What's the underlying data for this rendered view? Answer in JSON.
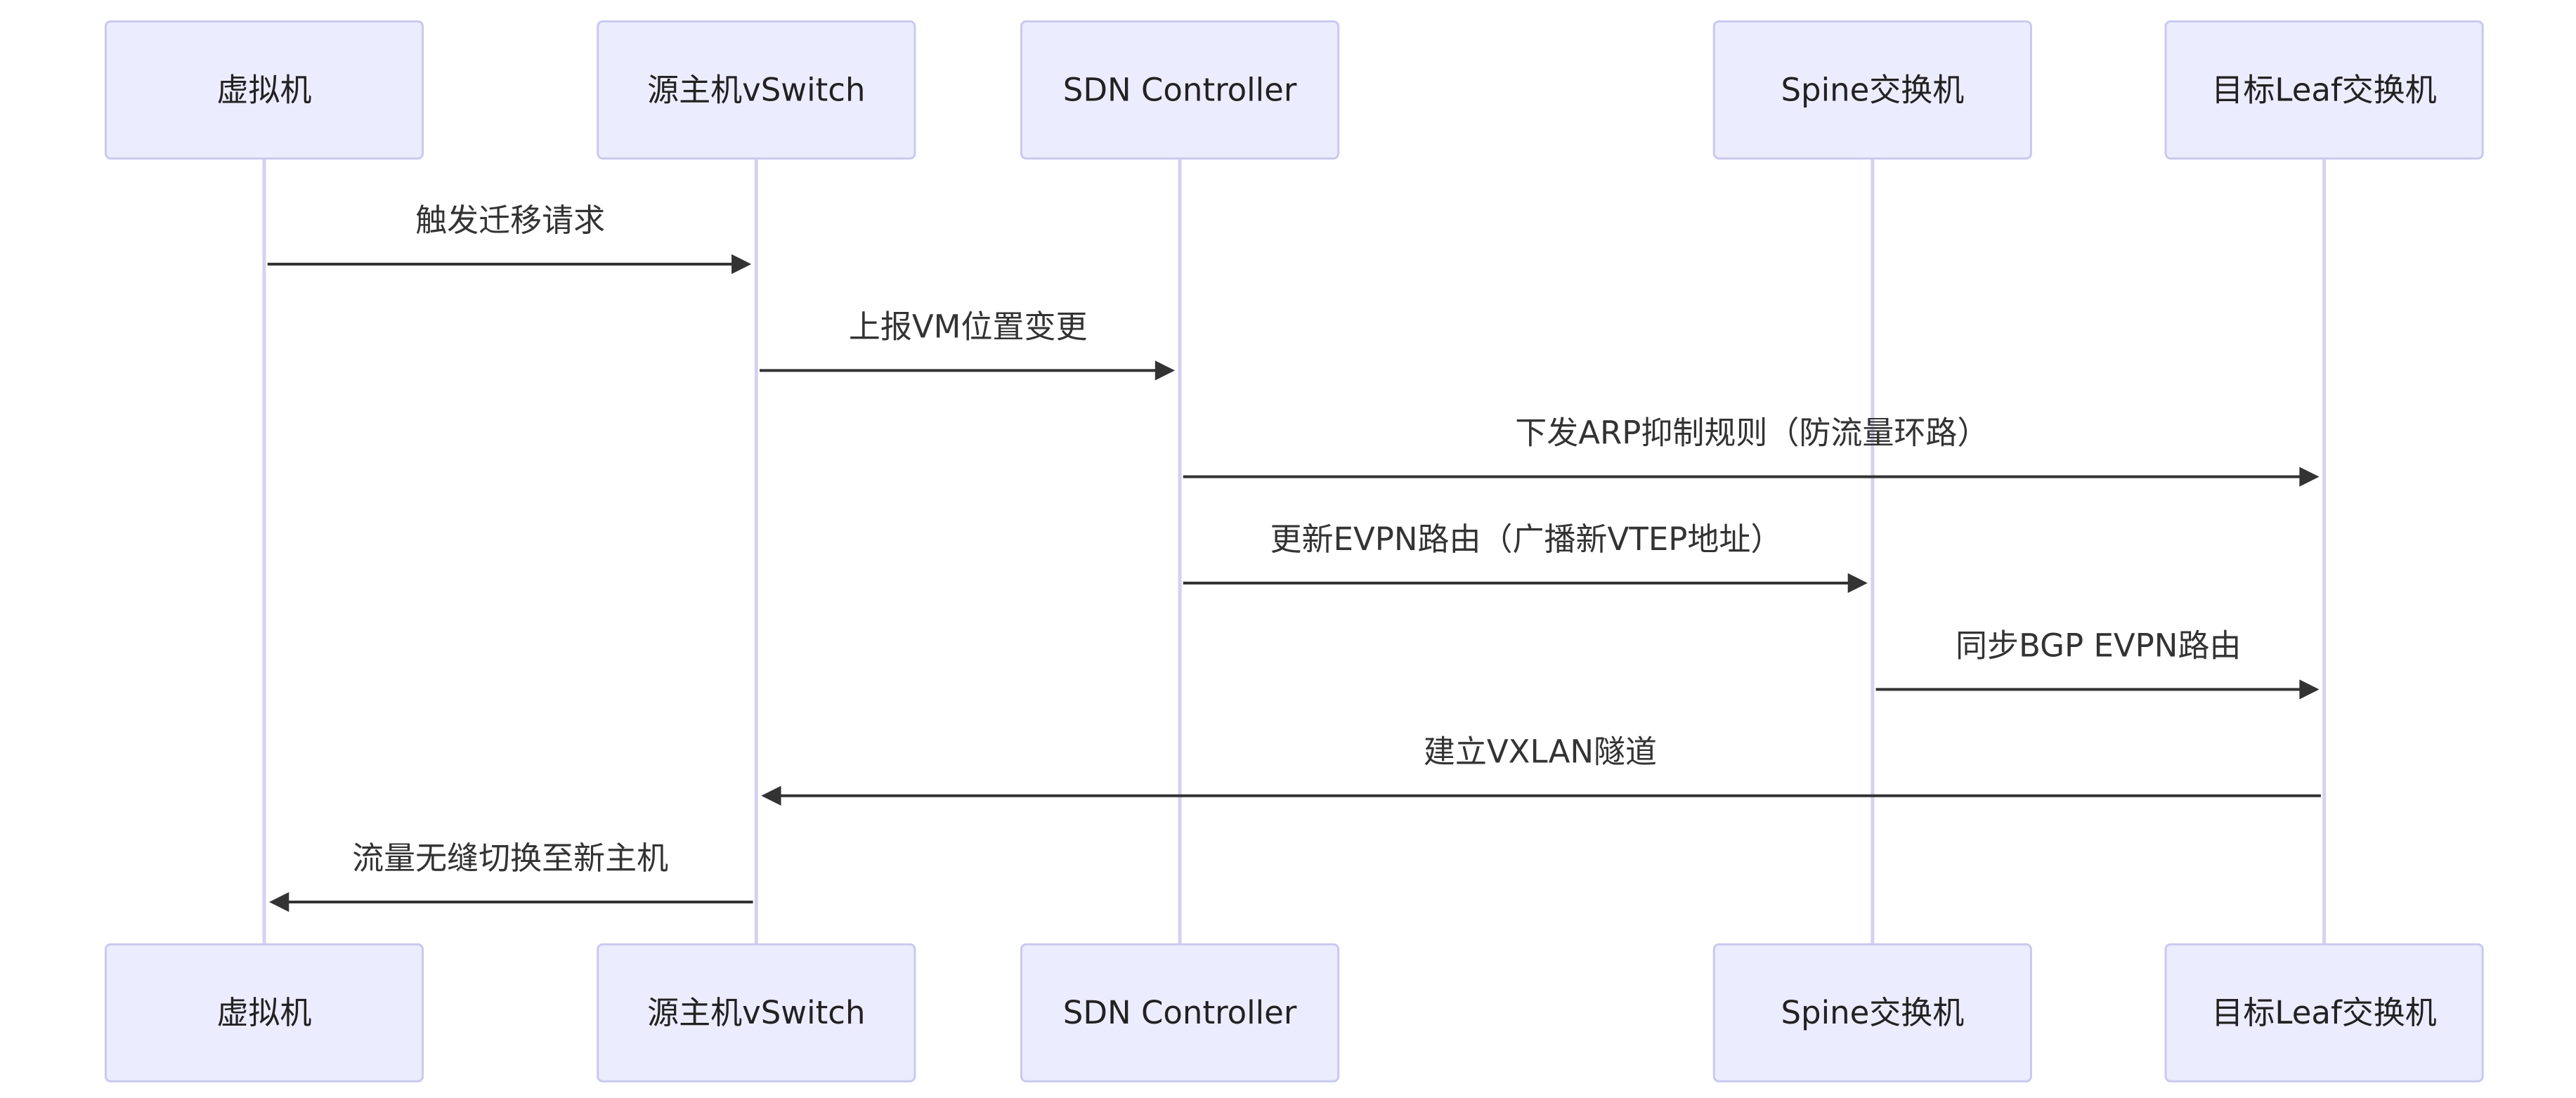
{
  "participants": [
    {
      "id": "vm",
      "label": "虚拟机"
    },
    {
      "id": "src",
      "label": "源主机vSwitch"
    },
    {
      "id": "sdn",
      "label": "SDN Controller"
    },
    {
      "id": "spine",
      "label": "Spine交换机"
    },
    {
      "id": "leaf",
      "label": "目标Leaf交换机"
    }
  ],
  "messages": [
    {
      "from": "vm",
      "to": "src",
      "label": "触发迁移请求"
    },
    {
      "from": "src",
      "to": "sdn",
      "label": "上报VM位置变更"
    },
    {
      "from": "sdn",
      "to": "leaf",
      "label": "下发ARP抑制规则（防流量环路）"
    },
    {
      "from": "sdn",
      "to": "spine",
      "label": "更新EVPN路由（广播新VTEP地址）"
    },
    {
      "from": "spine",
      "to": "leaf",
      "label": "同步BGP EVPN路由"
    },
    {
      "from": "leaf",
      "to": "src",
      "label": "建立VXLAN隧道"
    },
    {
      "from": "src",
      "to": "vm",
      "label": "流量无缝切换至新主机"
    }
  ],
  "colors": {
    "actor_fill": "#ececff",
    "actor_border": "#c9c9ef",
    "lifeline": "#d6d0f0",
    "arrow": "#333333",
    "text": "#222222"
  }
}
